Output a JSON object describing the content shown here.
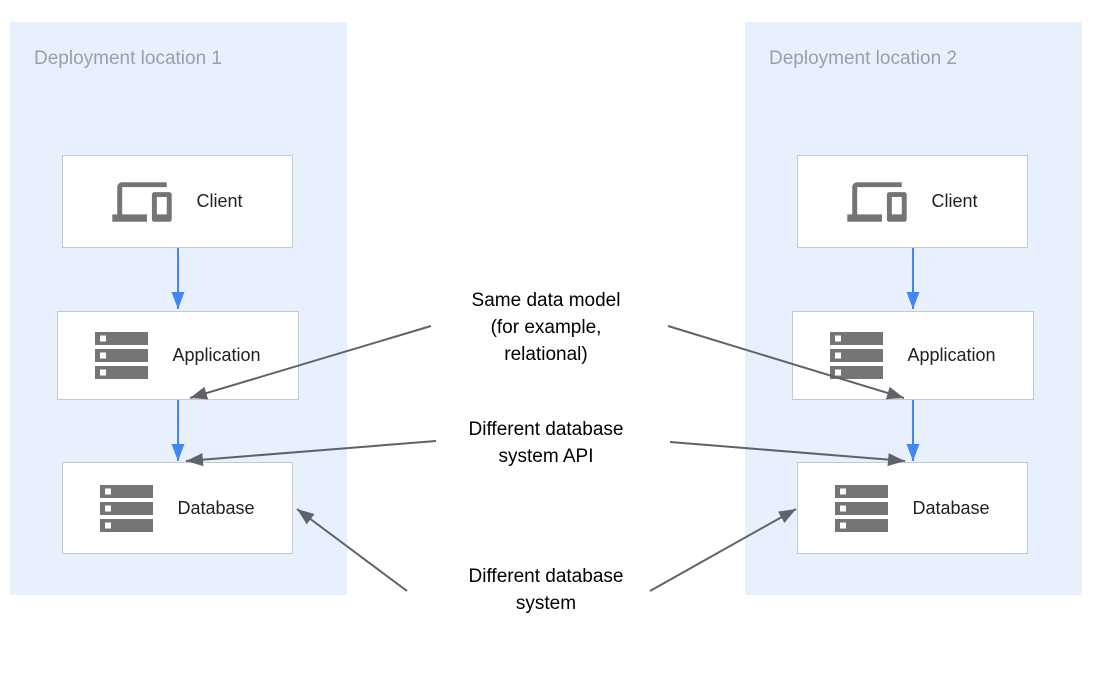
{
  "panels": [
    {
      "title": "Deployment location 1",
      "boxes": [
        {
          "label": "Client",
          "icon": "devices-icon"
        },
        {
          "label": "Application",
          "icon": "storage-icon"
        },
        {
          "label": "Database",
          "icon": "storage-icon"
        }
      ]
    },
    {
      "title": "Deployment location 2",
      "boxes": [
        {
          "label": "Client",
          "icon": "devices-icon"
        },
        {
          "label": "Application",
          "icon": "storage-icon"
        },
        {
          "label": "Database",
          "icon": "storage-icon"
        }
      ]
    }
  ],
  "annotations": [
    {
      "lines": [
        "Same data model",
        "(for example,",
        "relational)"
      ]
    },
    {
      "lines": [
        "Different database",
        "system API",
        ""
      ]
    },
    {
      "lines": [
        "Different database",
        "system",
        ""
      ]
    }
  ],
  "colors": {
    "panel_bg": "#e8f0fe",
    "box_bg": "#ffffff",
    "box_border": "#c5c8cc",
    "title_text": "#9aa0a6",
    "label_text": "#202124",
    "annotation_text": "#000000",
    "arrow_blue": "#4285f4",
    "arrow_gray": "#5f6368",
    "icon_gray": "#757575"
  }
}
